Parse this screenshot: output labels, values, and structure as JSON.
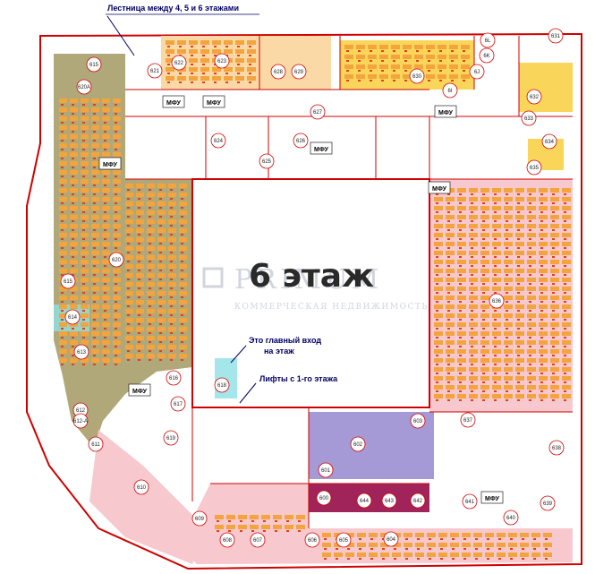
{
  "floor_title": "6 этаж",
  "watermark": {
    "brand": "PRIMUM",
    "subtitle": "КОММЕРЧЕСКАЯ НЕДВИЖИМОСТЬ"
  },
  "annotations": {
    "stairs": "Лестница между 4, 5 и 6 этажами",
    "main_entrance_line1": "Это главный вход",
    "main_entrance_line2": "на этаж",
    "lifts": "Лифты с 1-го этажа"
  },
  "mfu_label": "МФУ",
  "rooms": [
    "615",
    "620А",
    "621",
    "622",
    "623",
    "628",
    "629",
    "630",
    "631",
    "632",
    "633",
    "634",
    "635",
    "636",
    "637",
    "638",
    "639",
    "640",
    "641",
    "642",
    "643",
    "644",
    "600",
    "601",
    "602",
    "603",
    "604",
    "605",
    "606",
    "607",
    "608",
    "609",
    "610",
    "611",
    "612",
    "612-А",
    "613",
    "614",
    "615",
    "616",
    "617",
    "618",
    "619",
    "620",
    "624",
    "625",
    "626",
    "627",
    "6L",
    "6K",
    "6J",
    "6I"
  ],
  "colors": {
    "wall": "#d00000",
    "zone_olive": "#a89f6a",
    "zone_pink": "#f7c9cf",
    "zone_peach": "#fbd9a6",
    "zone_yellow": "#f9d65a",
    "zone_purple": "#a59ad6",
    "zone_magenta": "#a0245a",
    "zone_cyan": "#8fe0e6",
    "desk": "#f4a43c",
    "chair": "#e04020",
    "annotation": "#000066"
  }
}
